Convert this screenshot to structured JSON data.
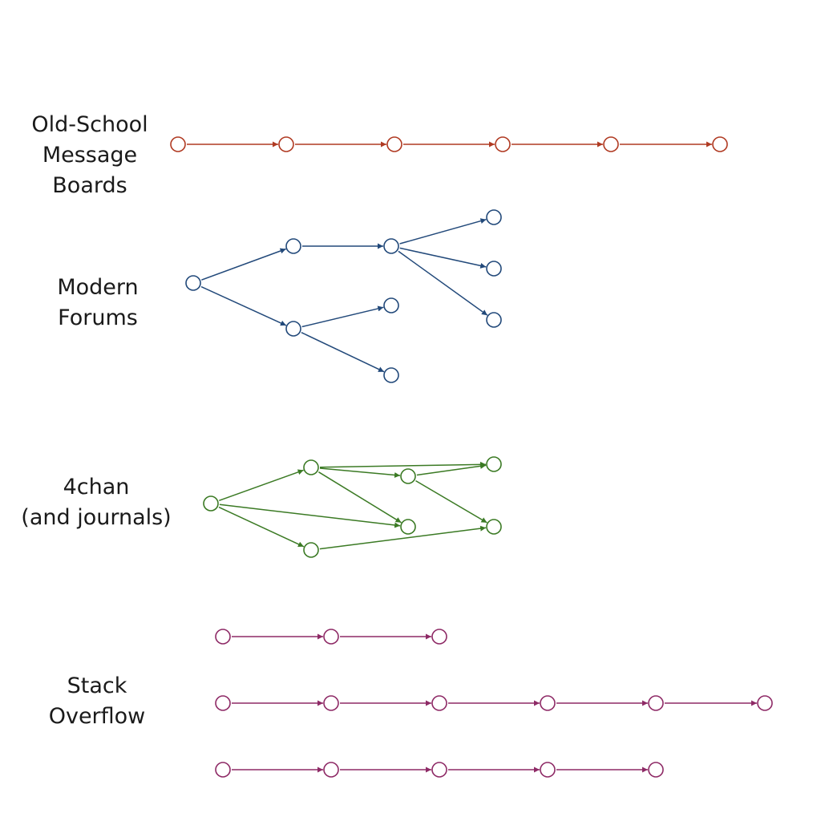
{
  "colors": {
    "old_school": "#b03a22",
    "modern": "#22497a",
    "chan": "#3b7a24",
    "stack": "#8e2a66"
  },
  "sections": [
    {
      "id": "old-school",
      "lines": [
        "Old-School",
        "Message",
        "Boards"
      ]
    },
    {
      "id": "modern-forums",
      "lines": [
        "Modern",
        "Forums"
      ]
    },
    {
      "id": "4chan",
      "lines": [
        "4chan",
        "(and journals)"
      ]
    },
    {
      "id": "stack-overflow",
      "lines": [
        "Stack",
        "Overflow"
      ]
    }
  ]
}
